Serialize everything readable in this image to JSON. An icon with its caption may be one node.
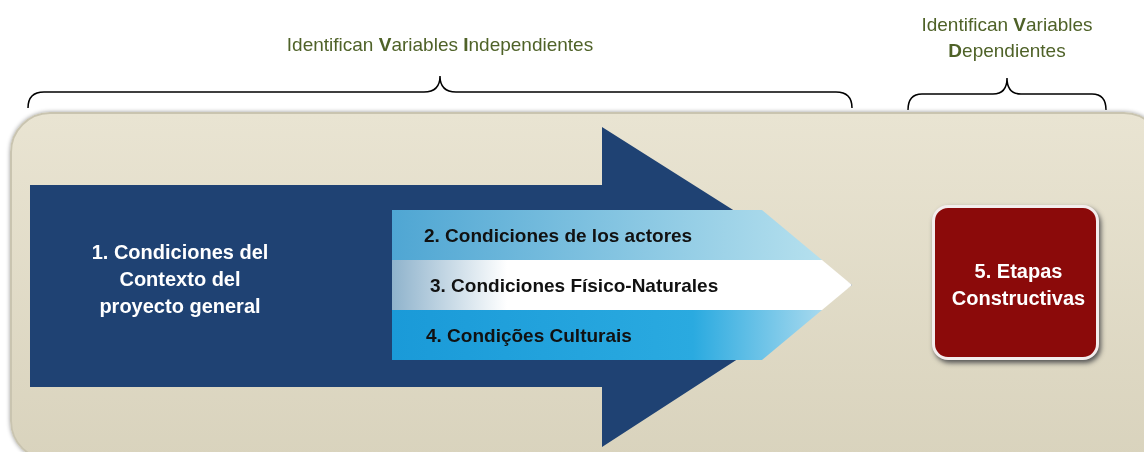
{
  "diagram": {
    "nodes": [
      {
        "text": [],
        "shape": "box"
      },
      {
        "text": [
          "1. Condiciones del Contexto del proyecto general"
        ],
        "in": 0
      },
      {
        "text": [
          "2. Condiciones de los actores"
        ],
        "in": 1
      },
      {
        "text": [
          "3. Condiciones Físico-Naturales"
        ],
        "in": 1
      },
      {
        "text": [
          "4. Condições Culturais"
        ],
        "in": 1
      },
      {
        "text": [
          "5. Etapas Constructivas"
        ],
        "in": 0
      }
    ],
    "labels": [
      "Identifican **V**ariables **I**ndependientes",
      "Identifican **V**ariables **D**ependientes"
    ]
  }
}
